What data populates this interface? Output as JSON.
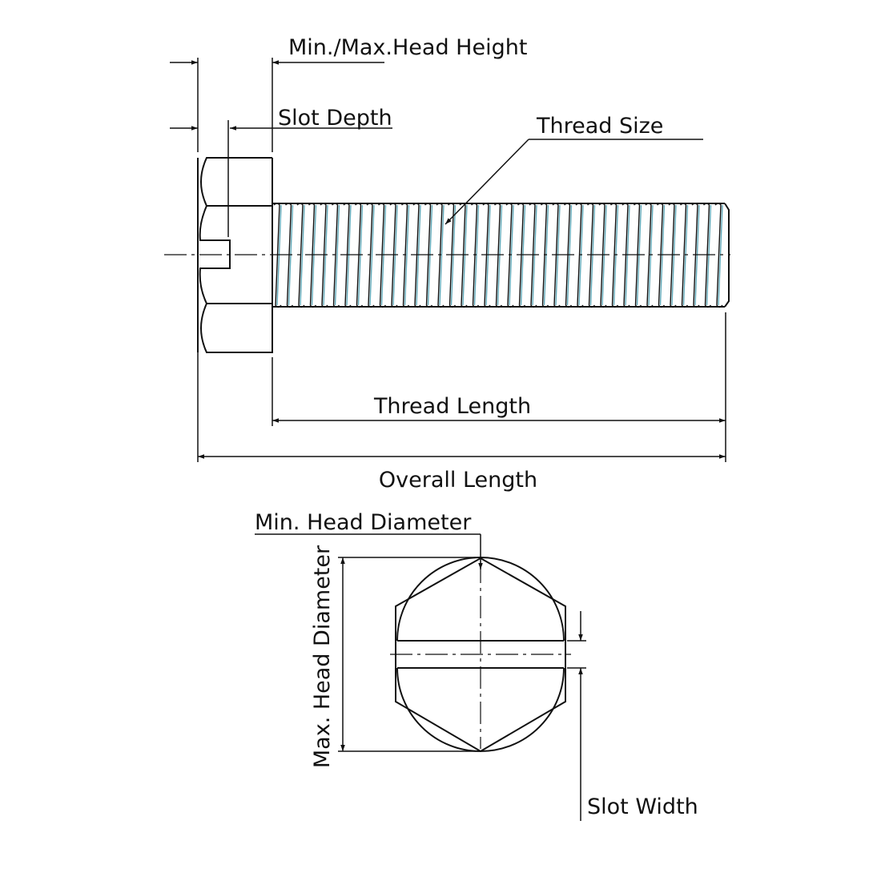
{
  "labels": {
    "head_height": "Min./Max.Head Height",
    "slot_depth": "Slot Depth",
    "thread_size": "Thread Size",
    "thread_length": "Thread Length",
    "overall_length": "Overall Length",
    "min_head_diameter": "Min. Head Diameter",
    "max_head_diameter": "Max. Head Diameter",
    "slot_width": "Slot Width"
  },
  "colors": {
    "line": "#111111",
    "thread_highlight": "#5fa8b8"
  }
}
